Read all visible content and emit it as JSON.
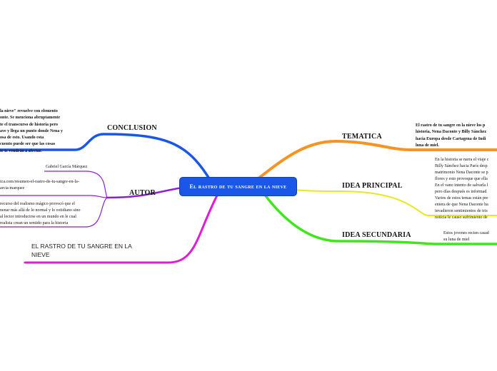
{
  "center": {
    "label": "El rastro de tu sangre en la nieve",
    "color": "#1a56e8"
  },
  "branches": {
    "conclusion": {
      "title": "CONCLUSION",
      "color": "#1a56e8",
      "text": [
        "la nieve\" revuelve con elemento",
        "onte. Se menciona abruptamente",
        "te el transcurso de historia pero",
        "ave y llega un punto donde Nena y",
        "osa de esto.  Usando esta",
        "cuento puede ser que las cosas",
        "te te vendrán a afectar."
      ]
    },
    "autor": {
      "title": "AUTOR",
      "color": "#8e1fd6",
      "name": "Gabriel García Márquez",
      "link": [
        "ica.com/resumen-el-rastro-de-tu-sangre-en-la-",
        "arcia-marquez"
      ],
      "text": [
        "recurso del realismo mágico provocó que el",
        "nenar más allá de lo normal y lo cotidiano sino",
        "al lector introducirse en un mundo en le cual",
        "realista crean un sentido para la historia"
      ]
    },
    "free_topic": {
      "lines": [
        "EL RASTRO DE TU SANGRE EN LA",
        "NIEVE"
      ],
      "color": "#e21bd6"
    },
    "tematica": {
      "title": "TEMATICA",
      "color": "#f7931e",
      "text": [
        "El rastro de tu sangre en la nieve  los p",
        "historia, Nena Daconte y Billy Sánchez",
        "hacia Europa desde Cartagena de Indi",
        "luna de miel."
      ]
    },
    "idea_principal": {
      "title": "IDEA PRINCIPAL",
      "color": "#e8e81a",
      "text": [
        "En la historia se narra el viaje c",
        "Billy Sánchez hacia París desp",
        "matrimonio Nena Daconte se p",
        "flores y esto provoque que ella",
        "En el vano intento de salvarla l",
        "pero días después es informad",
        "Varios de estos temas están pre",
        "entera de que Nena Daconte ha",
        "invadieron sentimientos de tris",
        "noticia le causo sufrimiento de"
      ]
    },
    "idea_secundaria": {
      "title": "IDEA SECUNDARIA",
      "color": "#3fe61a",
      "text": [
        "Estos jovenes recien casad",
        "su luna de miel"
      ]
    }
  }
}
